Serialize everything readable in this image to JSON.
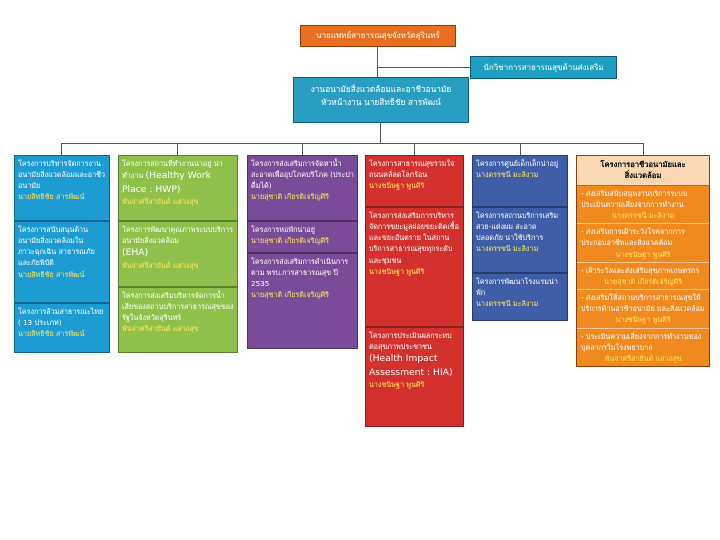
{
  "top": {
    "head": "นายแพทย์สาธารณสุขจังหวัดสุรินทร์",
    "expert": "นักวิชาการสาธารณสุขด้านส่งเสริม",
    "unit_line1": "งานอนามัยสิ่งแวดล้อมและอาชีวอนามัย",
    "unit_line2": "หัวหน้างาน นายสิทธิชัย สารพัฒน์"
  },
  "col1": [
    {
      "text": "โครงการบริหารจัดการงานอนามัยสิ่งแวดล้อมและอาชีวอนามัย",
      "who": "นายสิทธิชัย สารพัฒน์"
    },
    {
      "text": "โครงการสนับสนุนด้านอนามัยสิ่งแวดล้อมในภาวะฉุกเฉิน สาธารณภัยและภัยพิบัติ",
      "who": "นายสิทธิชัย สารพัฒน์"
    },
    {
      "text": "โครงการส้วมสาธารณะไทย ( 13 ประเภท)",
      "who": "นายสิทธิชัย สารพัฒน์"
    }
  ],
  "col2": [
    {
      "text": "โครงการสถานที่ทำงานน่าอยู่ น่าทำงาน",
      "big": "(Healthy Work Place : HWP)",
      "who": "พันจ่าศรีสายันต์ แสวงสุข"
    },
    {
      "text": "โครงการพัฒนาคุณภาพระบบบริการอนามัยสิ่งแวดล้อม",
      "big": "(EHA)",
      "who": "พันจ่าศรีสายันต์ แสวงสุข"
    },
    {
      "text": "โครงการส่งเสริมบริหารจัดการน้ำเสียของสถานบริการสาธารณสุขของรัฐในจังหวัดสุรินทร์",
      "big": "",
      "who": "พันจ่าศรีสายันต์ แสวงสุข"
    }
  ],
  "col3": [
    {
      "text": "โครงการส่งเสริมการจัดหาน้ำสะอาดเพื่ออุปโภคบริโภค (ประปาดื่มได้)",
      "who": "นายสุชาติ เกียรติเจริญศิริ"
    },
    {
      "text": "โครงการหอพักน่าอยู่",
      "who": "นายสุชาติ เกียรติเจริญศิริ"
    },
    {
      "text": "โครงการส่งเสริมการดำเนินการตาม พรบ.การสาธารณสุข ปี 2535",
      "who": "นายสุชาติ เกียรติเจริญศิริ"
    }
  ],
  "col4": [
    {
      "text": "โครงการสาธารณสุขรวมใจ ถนนคล์ลดโลกร้อน",
      "big": "",
      "who": "นางชนิษฐา พูนศิริ"
    },
    {
      "text": "โครงการส่งเสริมการบริหารจัดการขยะมูลฝอยขยะติดเชื้อ และขยะอันตราย ในสถานบริการสาธารณสุขทุกระดับและชุมชน",
      "big": "",
      "who": "นางชนิษฐา พูนศิริ"
    },
    {
      "text": "โครงการประเมินผลกระทบต่อสุขภาพประชาชน",
      "big": "(Health Impact Assessment : HIA)",
      "who": "นางชนิษฐา พูนศิริ"
    }
  ],
  "col5": [
    {
      "text": "โครงการศูนย์เด็กเล็กน่าอยู่",
      "who": "นางดรรชนี มะลิงาม"
    },
    {
      "text": "โครงการสถานบริการเสริมสวย-แต่งผม สะอาด ปลอดภัย น่าใช้บริการ",
      "who": "นางดรรชนี มะลิงาม"
    },
    {
      "text": "โครงการพัฒนาโรงแรมน่าพัก",
      "who": "นางดรรชนี มะลิงาม"
    }
  ],
  "col6": {
    "header_line1": "โครงการอาชีวอนามัยและ",
    "header_line2": "สิ่งแวดล้อม",
    "items": [
      {
        "text": "- ส่งเสริมสนับสนุนงานบริการระบบประเมินความเสี่ยงจากการทำงาน",
        "who": "นางดรรชนี มะลิงาม"
      },
      {
        "text": "- ส่งเสริมการเฝ้าระวังโรคจากการประกอบอาชีพและสิ่งแวดล้อม",
        "who": "นางชนิษฐา พูนศิริ"
      },
      {
        "text": "- เฝ้าระวังและส่งเสริมสุขภาพเกษตรกร",
        "who": "นายสุชาติ เกียรติเจริญศิริ"
      },
      {
        "text": "- ส่งเสริมให้สถานบริการสาธารณสุขให้บริการด้านอาชีวอนามัย และสิ่งแวดล้อม",
        "who": "นางชนิษฐา พูนศิริ"
      },
      {
        "text": "- ประเมินความเสี่ยงจากการทำงานของบุคลากรในโรงพยาบาล",
        "who": "พันจ่าศรีสายันต์ แสวงสุข"
      }
    ]
  },
  "colors": {
    "head": "#e76f1f",
    "expert": "#1f9fc1",
    "unit": "#2a9ec2",
    "col1": "#1c9cd3",
    "col2": "#8fc14a",
    "col3": "#7a4b99",
    "col4": "#d3312d",
    "col5": "#3e5ea8",
    "col6": "#f08a1f",
    "responsible_text": "#ffe65c"
  }
}
